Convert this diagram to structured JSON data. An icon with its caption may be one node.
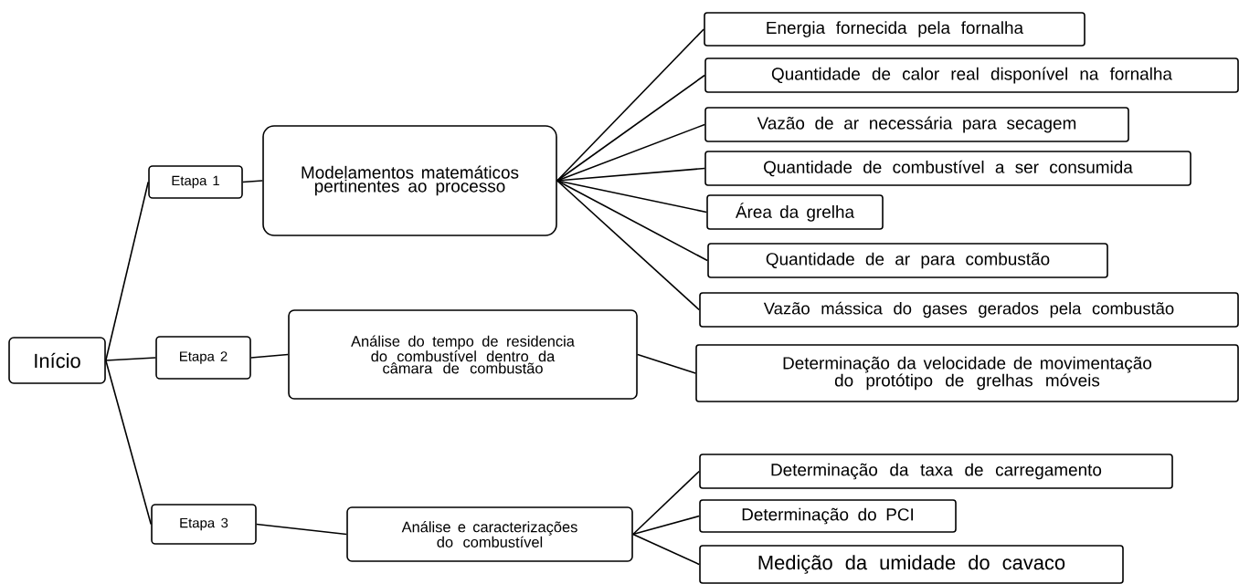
{
  "diagram": {
    "nodes": [
      {
        "text": [
          "Início"
        ]
      },
      {
        "text": [
          "Etapa 1"
        ]
      },
      {
        "text": [
          "Modelamentos matemáticos pertinentes ao processo"
        ]
      },
      {
        "text": [
          "Etapa 2"
        ]
      },
      {
        "text": [
          "Análise do tempo de residencia do combustível dentro da câmara de combustão"
        ]
      },
      {
        "text": [
          "Etapa 3"
        ]
      },
      {
        "text": [
          "Análise e caracterizações do combustível"
        ]
      },
      {
        "text": [
          "Energia fornecida pela fornalha"
        ]
      },
      {
        "text": [
          "Quantidade de calor real disponível na fornalha"
        ]
      },
      {
        "text": [
          "Vazão de ar necessária para secagem"
        ]
      },
      {
        "text": [
          "Quantidade de combustível a ser consumida"
        ]
      },
      {
        "text": [
          "Área da grelha"
        ]
      },
      {
        "text": [
          "Quantidade de ar para combustão"
        ]
      },
      {
        "text": [
          "Vazão mássica do gases gerados pela combustão"
        ]
      },
      {
        "text": [
          "Determinação da velocidade de movimentação do protótipo de grelhas móveis"
        ]
      },
      {
        "text": [
          "Determinação da taxa de carregamento"
        ]
      },
      {
        "text": [
          "Determinação do PCI"
        ]
      },
      {
        "text": [
          "Medição da umidade do cavaco"
        ]
      }
    ],
    "edges": [
      {
        "from": 0,
        "to": 1,
        "arrow": "none"
      },
      {
        "from": 0,
        "to": 3,
        "arrow": "none"
      },
      {
        "from": 0,
        "to": 5,
        "arrow": "none"
      },
      {
        "from": 1,
        "to": 2,
        "arrow": "none"
      },
      {
        "from": 3,
        "to": 4,
        "arrow": "none"
      },
      {
        "from": 5,
        "to": 6,
        "arrow": "none"
      },
      {
        "from": 2,
        "to": 7,
        "arrow": "none"
      },
      {
        "from": 2,
        "to": 8,
        "arrow": "none"
      },
      {
        "from": 2,
        "to": 9,
        "arrow": "none"
      },
      {
        "from": 2,
        "to": 10,
        "arrow": "none"
      },
      {
        "from": 2,
        "to": 11,
        "arrow": "none"
      },
      {
        "from": 2,
        "to": 12,
        "arrow": "none"
      },
      {
        "from": 2,
        "to": 13,
        "arrow": "none"
      },
      {
        "from": 4,
        "to": 14,
        "arrow": "none"
      },
      {
        "from": 6,
        "to": 15,
        "arrow": "none"
      },
      {
        "from": 6,
        "to": 16,
        "arrow": "none"
      },
      {
        "from": 6,
        "to": 17,
        "arrow": "none"
      }
    ]
  }
}
